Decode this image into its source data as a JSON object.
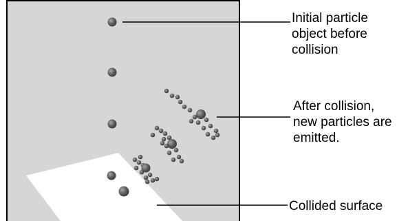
{
  "labels": {
    "initial": [
      "Initial particle",
      "object before",
      "collision"
    ],
    "emitted": [
      "After collision,",
      "new particles are",
      "emitted."
    ],
    "surface": [
      "Collided surface"
    ]
  },
  "colors": {
    "viewport": "#d6d6d6",
    "frame": "#000000",
    "surface": "#ffffff",
    "particle": "#5a5a5a",
    "particle_highlight": "#9a9a9a",
    "leader_line": "#000000"
  }
}
